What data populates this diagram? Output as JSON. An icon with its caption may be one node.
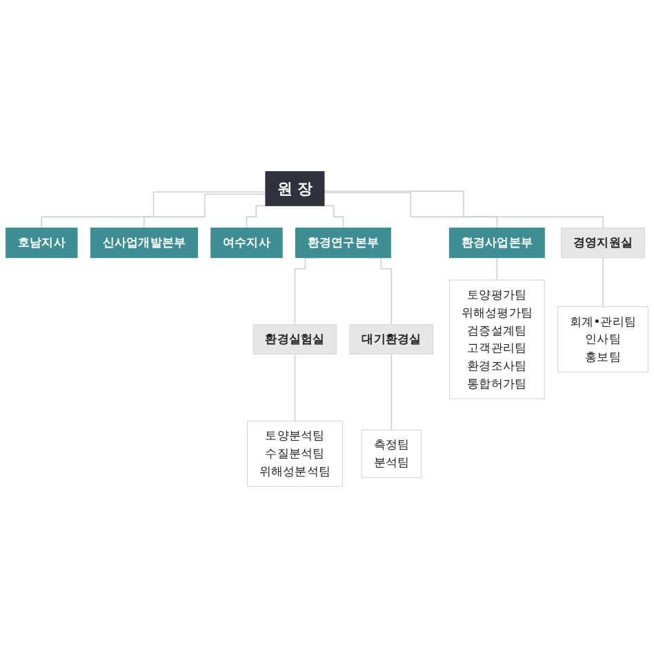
{
  "diagram": {
    "nodes": [
      {
        "text": [
          "원 장"
        ]
      },
      {
        "text": [
          "호남지사"
        ]
      },
      {
        "text": [
          "신사업개발본부"
        ]
      },
      {
        "text": [
          "여수지사"
        ]
      },
      {
        "text": [
          "환경사업본부"
        ]
      },
      {
        "text": [
          "환경연구본부"
        ]
      },
      {
        "text": [
          "환경실험실"
        ]
      },
      {
        "text": [
          "대기환경실"
        ]
      },
      {
        "text": [
          "경영지원실"
        ]
      },
      {
        "text": [
          "토양평가팀",
          "위해성평가팀",
          "검증설계팀",
          "고객관리팀",
          "환경조사팀",
          "통합허가팀"
        ]
      },
      {
        "text": [
          "토양분석팀",
          "수질분석팀",
          "위해성분석팀"
        ]
      },
      {
        "text": [
          "측정팀",
          "분석팀"
        ]
      },
      {
        "text": [
          "회계•관리팀",
          "인사팀",
          "홍보팀"
        ]
      }
    ],
    "edges": [
      {
        "from": 0,
        "to": 1,
        "arrow": "none"
      },
      {
        "from": 0,
        "to": 2,
        "arrow": "none"
      },
      {
        "from": 0,
        "to": 3,
        "arrow": "none"
      },
      {
        "from": 0,
        "to": 4,
        "arrow": "none"
      },
      {
        "from": 0,
        "to": 5,
        "arrow": "none"
      },
      {
        "from": 0,
        "to": 8,
        "arrow": "none"
      },
      {
        "from": 5,
        "to": 6,
        "arrow": "none"
      },
      {
        "from": 5,
        "to": 7,
        "arrow": "none"
      },
      {
        "from": 4,
        "to": 9,
        "arrow": "none"
      },
      {
        "from": 6,
        "to": 10,
        "arrow": "none"
      },
      {
        "from": 7,
        "to": 11,
        "arrow": "none"
      },
      {
        "from": 8,
        "to": 12,
        "arrow": "none"
      }
    ]
  }
}
